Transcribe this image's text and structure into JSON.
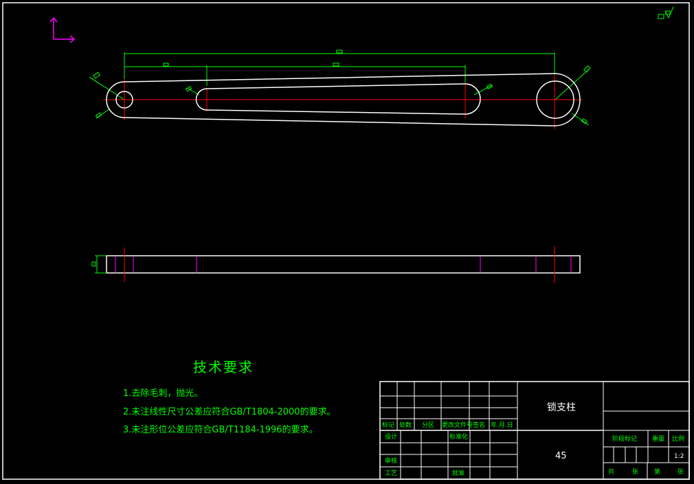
{
  "drawing": {
    "tech_requirements": {
      "title": "技术要求",
      "items": [
        "1.去除毛刺，抛光。",
        "2.未注线性尺寸公差应符合GB/T1804-2000的要求。",
        "3.未注形位公差应符合GB/T1184-1996的要求。"
      ]
    },
    "title_block": {
      "part_name": "锁支柱",
      "material": "45",
      "scale": "1:2",
      "revision_headers": [
        "标记",
        "处数",
        "分区",
        "更改文件号",
        "签名",
        "年.月.日"
      ],
      "left_labels": {
        "design": "设计",
        "standardize": "标准化",
        "review": "审核",
        "process": "工艺",
        "approve": "批准"
      },
      "right_labels": {
        "stage": "阶段标记",
        "weight": "重量",
        "scale_label": "比例",
        "total": "共",
        "sheets": "张",
        "sheet_no": "第",
        "sheet_suffix": "张"
      }
    },
    "colors": {
      "outline": "#ffffff",
      "dimension": "#00ff00",
      "centerline": "#ff0000",
      "hidden": "#ff00ff"
    }
  }
}
